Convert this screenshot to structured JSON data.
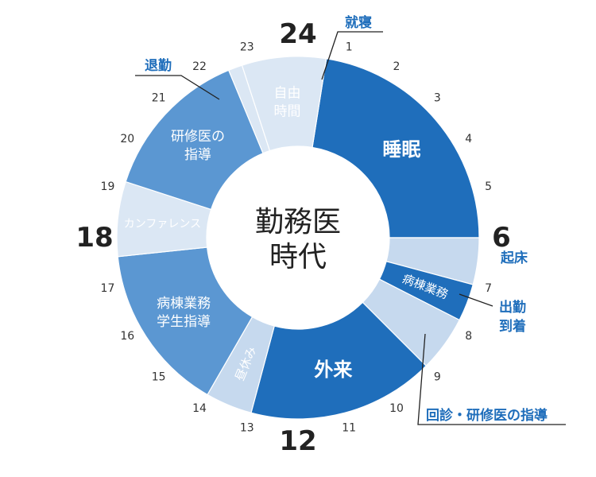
{
  "colors": {
    "dark_blue": "#1f6ebb",
    "mid_blue": "#5b97d2",
    "pale_blue": "#dbe7f4",
    "light_blue": "#c6d9ee",
    "accent_text": "#1f6ebb",
    "hour_text": "#333333",
    "leader_line": "#222222"
  },
  "chart_data": {
    "type": "pie",
    "title": "勤務医\n時代",
    "hour_unit": "hours",
    "hour_labels": [
      {
        "hour": 1,
        "text": "1"
      },
      {
        "hour": 2,
        "text": "2"
      },
      {
        "hour": 3,
        "text": "3"
      },
      {
        "hour": 4,
        "text": "4"
      },
      {
        "hour": 5,
        "text": "5"
      },
      {
        "hour": 6,
        "text": "6",
        "major": true
      },
      {
        "hour": 7,
        "text": "7"
      },
      {
        "hour": 8,
        "text": "8"
      },
      {
        "hour": 9,
        "text": "9"
      },
      {
        "hour": 10,
        "text": "10"
      },
      {
        "hour": 11,
        "text": "11"
      },
      {
        "hour": 12,
        "text": "12",
        "major": true
      },
      {
        "hour": 13,
        "text": "13"
      },
      {
        "hour": 14,
        "text": "14"
      },
      {
        "hour": 15,
        "text": "15"
      },
      {
        "hour": 16,
        "text": "16"
      },
      {
        "hour": 17,
        "text": "17"
      },
      {
        "hour": 18,
        "text": "18",
        "major": true
      },
      {
        "hour": 19,
        "text": "19"
      },
      {
        "hour": 20,
        "text": "20"
      },
      {
        "hour": 21,
        "text": "21"
      },
      {
        "hour": 22,
        "text": "22"
      },
      {
        "hour": 23,
        "text": "23"
      },
      {
        "hour": 24,
        "text": "24",
        "major": true
      }
    ],
    "segments": [
      {
        "label": "睡眠",
        "start": 0.6,
        "end": 6.0,
        "color": "dark_blue",
        "text_color": "#ffffff",
        "orient": "h"
      },
      {
        "label": "",
        "start": 6.0,
        "end": 7.0,
        "color": "light_blue",
        "text_color": "#ffffff",
        "orient": "h"
      },
      {
        "label": "病棟業務",
        "start": 7.0,
        "end": 7.8,
        "color": "dark_blue",
        "text_color": "#ffffff",
        "orient": "r"
      },
      {
        "label": "",
        "start": 7.8,
        "end": 9.0,
        "color": "light_blue",
        "text_color": "#ffffff",
        "orient": "h"
      },
      {
        "label": "外来",
        "start": 9.0,
        "end": 13.0,
        "color": "dark_blue",
        "text_color": "#ffffff",
        "orient": "h"
      },
      {
        "label": "昼休み",
        "start": 13.0,
        "end": 14.0,
        "color": "light_blue",
        "text_color": "#ffffff",
        "orient": "r"
      },
      {
        "label": "病棟業務\n学生指導",
        "start": 14.0,
        "end": 17.6,
        "color": "mid_blue",
        "text_color": "#ffffff",
        "orient": "h"
      },
      {
        "label": "カンファレンス",
        "start": 17.6,
        "end": 19.2,
        "color": "pale_blue",
        "text_color": "#ffffff",
        "orient": "h"
      },
      {
        "label": "研修医の\n指導",
        "start": 19.2,
        "end": 22.5,
        "color": "mid_blue",
        "text_color": "#ffffff",
        "orient": "h"
      },
      {
        "label": "",
        "start": 22.5,
        "end": 22.8,
        "color": "pale_blue",
        "text_color": "#ffffff",
        "orient": "h"
      },
      {
        "label": "自由\n時間",
        "start": 22.8,
        "end": 24.6,
        "color": "pale_blue",
        "text_color": "#ffffff",
        "orient": "h"
      }
    ],
    "annotations": [
      {
        "text": "就寝",
        "hour": 0.6
      },
      {
        "text": "退勤",
        "hour": 22.5
      },
      {
        "text": "起床",
        "hour": 6.0
      },
      {
        "text": "出勤\n到着",
        "hour": 7.0
      },
      {
        "text": "回診・研修医の指導",
        "hour": 8.4
      }
    ]
  }
}
